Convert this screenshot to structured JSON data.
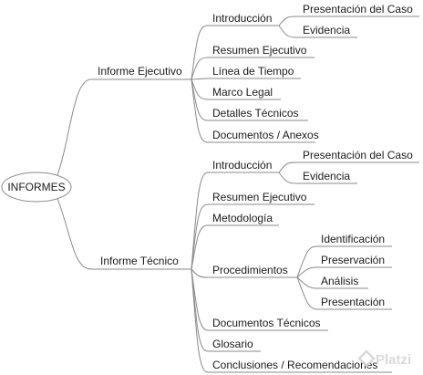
{
  "root": {
    "label": "INFORMES"
  },
  "branches": [
    {
      "label": "Informe Ejecutivo",
      "children": [
        {
          "label": "Introducción",
          "children": [
            {
              "label": "Presentación del Caso"
            },
            {
              "label": "Evidencia"
            }
          ]
        },
        {
          "label": "Resumen Ejecutivo"
        },
        {
          "label": "Línea de Tiempo"
        },
        {
          "label": "Marco Legal"
        },
        {
          "label": "Detalles Técnicos"
        },
        {
          "label": "Documentos / Anexos"
        }
      ]
    },
    {
      "label": "Informe Técnico",
      "children": [
        {
          "label": "Introducción",
          "children": [
            {
              "label": "Presentación del Caso"
            },
            {
              "label": "Evidencia"
            }
          ]
        },
        {
          "label": "Resumen Ejecutivo"
        },
        {
          "label": "Metodología"
        },
        {
          "label": "Procedimientos",
          "children": [
            {
              "label": "Identificación"
            },
            {
              "label": "Preservación"
            },
            {
              "label": "Análisis"
            },
            {
              "label": "Presentación"
            }
          ]
        },
        {
          "label": "Documentos Técnicos"
        },
        {
          "label": "Glosario"
        },
        {
          "label": "Conclusiones / Recomendaciones"
        }
      ]
    }
  ],
  "watermark": "Platzi",
  "colors": {
    "edge": "#8a8a8a",
    "text": "#1a1a1a",
    "watermark": "#d6d6d6"
  }
}
